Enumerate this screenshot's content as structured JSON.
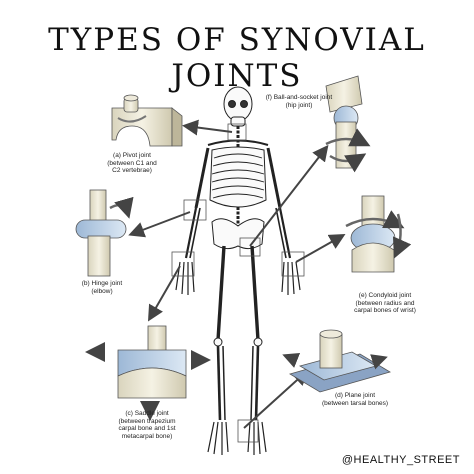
{
  "title": "TYPES OF SYNOVIAL JOINTS",
  "handle": "@HEALTHY_STREET",
  "joints": [
    {
      "id": "a",
      "lines": [
        "(a) Pivot joint",
        "(between C1 and",
        "C2 vertebrae)"
      ]
    },
    {
      "id": "b",
      "lines": [
        "(b) Hinge joint",
        "(elbow)"
      ]
    },
    {
      "id": "c",
      "lines": [
        "(c) Saddle joint",
        "(between trapezium",
        "carpal bone and 1st",
        "metacarpal bone)"
      ]
    },
    {
      "id": "d",
      "lines": [
        "(d) Plane joint",
        "(between tarsal bones)"
      ]
    },
    {
      "id": "e",
      "lines": [
        "(e) Condyloid joint",
        "(between radius and",
        "carpal bones of wrist)"
      ]
    },
    {
      "id": "f",
      "lines": [
        "(f) Ball-and-socket joint",
        "(hip joint)"
      ]
    }
  ]
}
